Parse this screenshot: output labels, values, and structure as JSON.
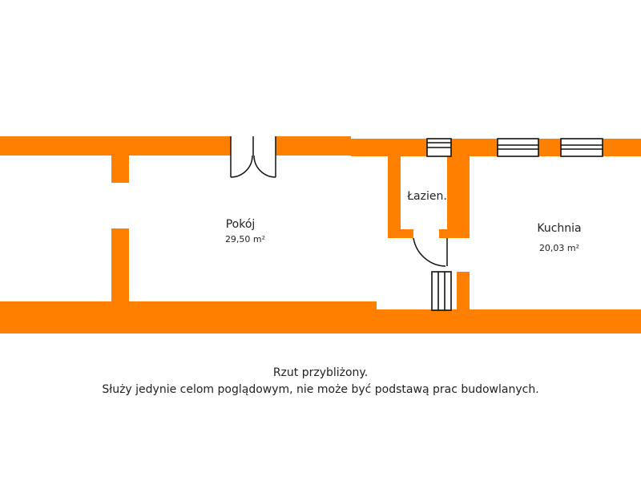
{
  "colors": {
    "wall": "#ff8000",
    "background": "#ffffff",
    "lines": "#111111",
    "text": "#222222"
  },
  "rooms": [
    {
      "name": "Pokój",
      "area": "29,50 m²"
    },
    {
      "name": "Łazien.",
      "area": ""
    },
    {
      "name": "Kuchnia",
      "area": "20,03 m²"
    }
  ],
  "notes": {
    "line1": "Rzut przybliżony.",
    "line2": "Służy jedynie celom poglądowym, nie może być podstawą prac budowlanych."
  }
}
